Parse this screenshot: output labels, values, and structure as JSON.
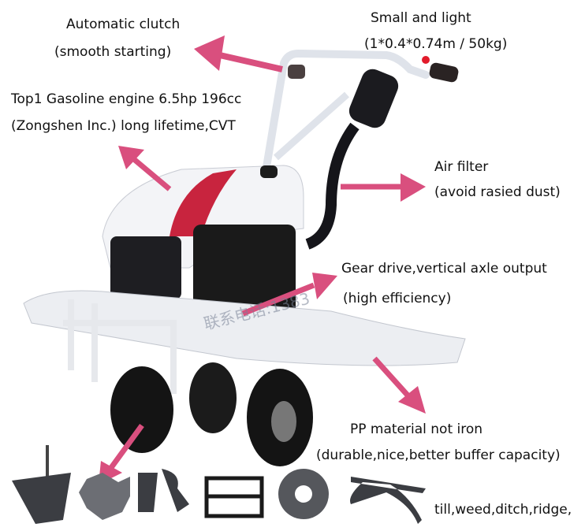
{
  "annotations": {
    "clutch": {
      "title": "Automatic clutch",
      "detail": "(smooth starting)"
    },
    "size": {
      "title": "Small and light",
      "detail": "(1*0.4*0.74m / 50kg)"
    },
    "engine": {
      "title": "Top1 Gasoline engine  6.5hp 196cc",
      "detail": "(Zongshen Inc.) long lifetime,CVT"
    },
    "air_filter": {
      "title": "Air filter",
      "detail": "(avoid rasied dust)"
    },
    "gear": {
      "title": "Gear drive,vertical axle output",
      "detail": "(high efficiency)"
    },
    "material": {
      "title": "PP material not iron",
      "detail": "(durable,nice,better buffer capacity)"
    },
    "attachments": {
      "caption": "till,weed,ditch,ridge,"
    }
  },
  "watermark": "联系电话:1383",
  "colors": {
    "arrow": "#d94f7e",
    "body_red": "#c8243e",
    "engine_black": "#1a1a1a",
    "frame_white": "#f2f3f6"
  },
  "attachments": [
    "furrow-plough",
    "star-disc-blade",
    "tiller-tines",
    "ditcher-frame",
    "spiral-disc",
    "ridger"
  ]
}
